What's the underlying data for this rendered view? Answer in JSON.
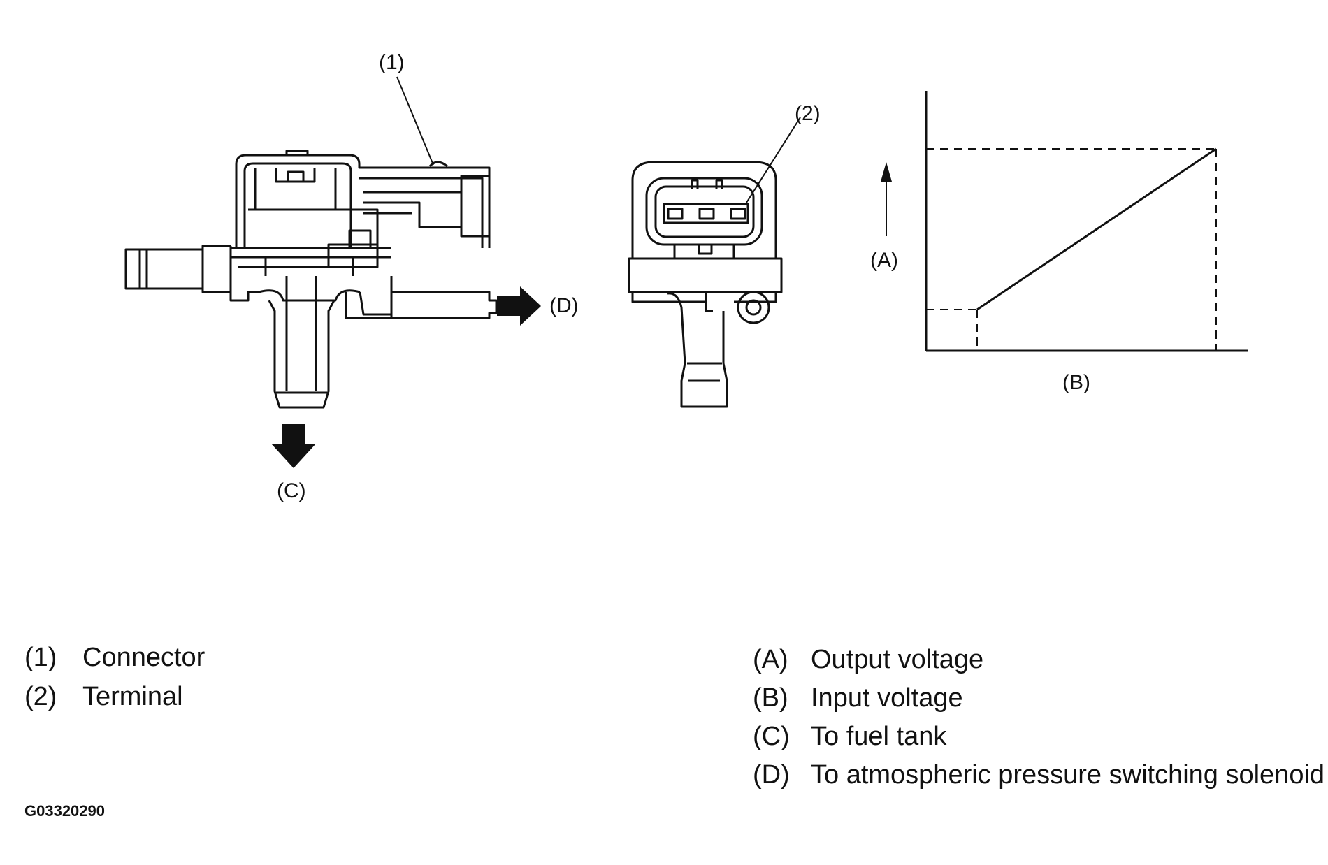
{
  "callouts": {
    "one": "(1)",
    "two": "(2)",
    "a": "(A)",
    "b": "(B)",
    "c": "(C)",
    "d": "(D)"
  },
  "legend_left": [
    {
      "key": "(1)",
      "text": "Connector"
    },
    {
      "key": "(2)",
      "text": "Terminal"
    }
  ],
  "legend_right": [
    {
      "key": "(A)",
      "text": "Output voltage"
    },
    {
      "key": "(B)",
      "text": "Input voltage"
    },
    {
      "key": "(C)",
      "text": "To fuel tank"
    },
    {
      "key": "(D)",
      "text": "To atmospheric pressure switching solenoid"
    }
  ],
  "figure_code": "G03320290"
}
